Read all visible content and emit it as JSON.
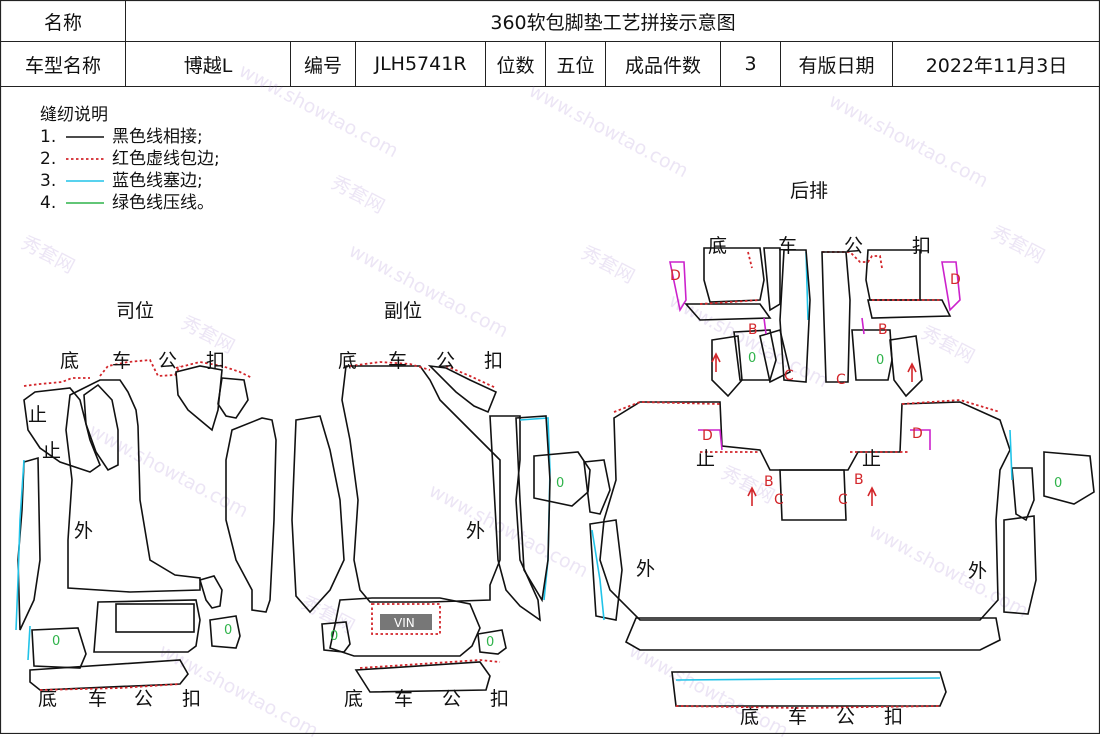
{
  "header": {
    "name_label": "名称",
    "doc_title": "360软包脚垫工艺拼接示意图",
    "car_model_label": "车型名称",
    "car_model": "博越L",
    "code_label": "编号",
    "code": "JLH5741R",
    "seats_label": "位数",
    "seats": "五位",
    "pieces_label": "成品件数",
    "pieces": "3",
    "date_label": "有版日期",
    "date": "2022年11月3日"
  },
  "legend": {
    "title": "缝纫说明",
    "items": [
      {
        "num": "1.",
        "text": "黑色线相接;",
        "color": "#111111"
      },
      {
        "num": "2.",
        "text": "红色虚线包边;",
        "color": "#d3262b"
      },
      {
        "num": "3.",
        "text": "蓝色线塞边;",
        "color": "#21c3e8"
      },
      {
        "num": "4.",
        "text": "绿色线压线。",
        "color": "#2fb34a"
      }
    ]
  },
  "sections": {
    "driver": "司位",
    "passenger": "副位",
    "rear": "后排"
  },
  "labels": {
    "snap_chars": [
      "底",
      "车",
      "公",
      "扣"
    ],
    "stop": "止",
    "outer": "外",
    "vin": "VIN",
    "zero": "0",
    "mark_b": "B",
    "mark_c": "C",
    "mark_d": "D"
  },
  "watermark": {
    "brand": "秀套网",
    "url": "www.showtao.com"
  }
}
